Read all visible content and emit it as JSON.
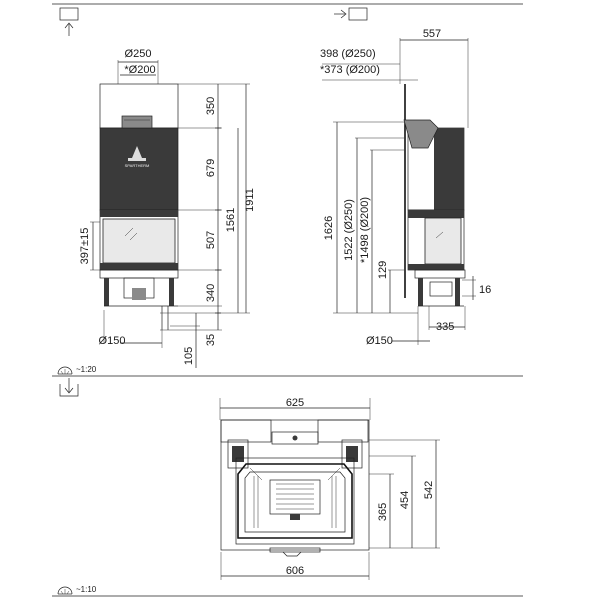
{
  "front_view": {
    "flue_diameter_label": "Ø250",
    "flue_diameter_alt_label": "*Ø200",
    "brand": "SPARTHERM",
    "dims": {
      "d350": "350",
      "d679": "679",
      "d1911": "1911",
      "d1561": "1561",
      "d507": "507",
      "d397": "397±15",
      "d340": "340",
      "d35": "35",
      "d105": "105",
      "d150": "Ø150"
    }
  },
  "side_view": {
    "dims": {
      "d557": "557",
      "d398": "398 (Ø250)",
      "d373": "*373 (Ø200)",
      "d1626": "1626",
      "d1522": "1522 (Ø250)",
      "d1498": "*1498 (Ø200)",
      "d129": "129",
      "d16": "16",
      "d335": "335",
      "d150": "Ø150"
    }
  },
  "scales": {
    "upper": "~1:20",
    "lower": "~1:10"
  },
  "plan_view": {
    "dims": {
      "d625": "625",
      "d606": "606",
      "d365": "365",
      "d454": "454",
      "d542": "542"
    }
  }
}
